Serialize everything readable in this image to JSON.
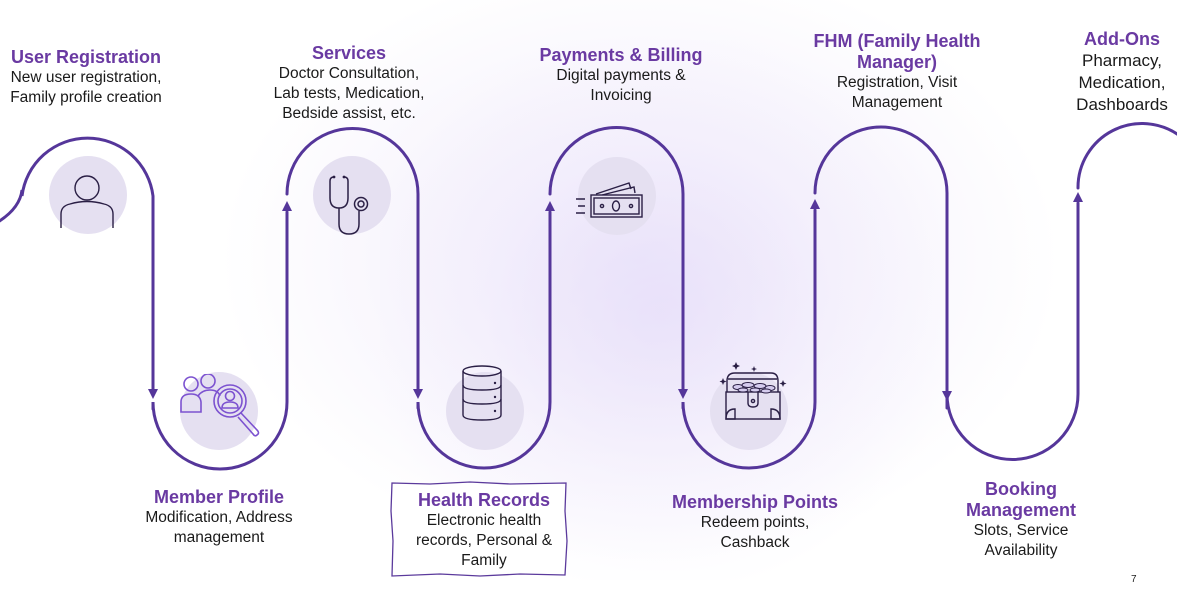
{
  "accent_color": "#5b3a9c",
  "title_color": "#6a3aa2",
  "stages": {
    "user_registration": {
      "title": "User Registration",
      "lines": [
        "New user registration,",
        "Family profile creation"
      ],
      "icon": "user-icon"
    },
    "member_profile": {
      "title": "Member Profile",
      "lines": [
        "Modification, Address",
        "management"
      ],
      "icon": "member-search-icon"
    },
    "services": {
      "title": "Services",
      "lines": [
        "Doctor Consultation,",
        "Lab tests, Medication,",
        "Bedside assist, etc."
      ],
      "icon": "stethoscope-icon"
    },
    "health_records": {
      "title": "Health Records",
      "lines": [
        "Electronic health",
        "records, Personal &",
        "Family"
      ],
      "icon": "database-icon"
    },
    "payments_billing": {
      "title": "Payments & Billing",
      "lines": [
        "Digital payments &",
        "Invoicing"
      ],
      "icon": "cash-icon"
    },
    "membership_points": {
      "title": "Membership Points",
      "lines": [
        "Redeem points,",
        "Cashback"
      ],
      "icon": "treasure-chest-icon"
    },
    "fhm": {
      "title_lines": [
        "FHM (Family Health",
        "Manager)"
      ],
      "lines": [
        "Registration, Visit",
        "Management"
      ]
    },
    "booking_management": {
      "title_lines": [
        "Booking",
        "Management"
      ],
      "lines": [
        "Slots, Service",
        "Availability"
      ]
    },
    "add_ons": {
      "title": "Add-Ons",
      "lines": [
        "Pharmacy,",
        "Medication,",
        "Dashboards"
      ]
    }
  },
  "page_number": "7"
}
